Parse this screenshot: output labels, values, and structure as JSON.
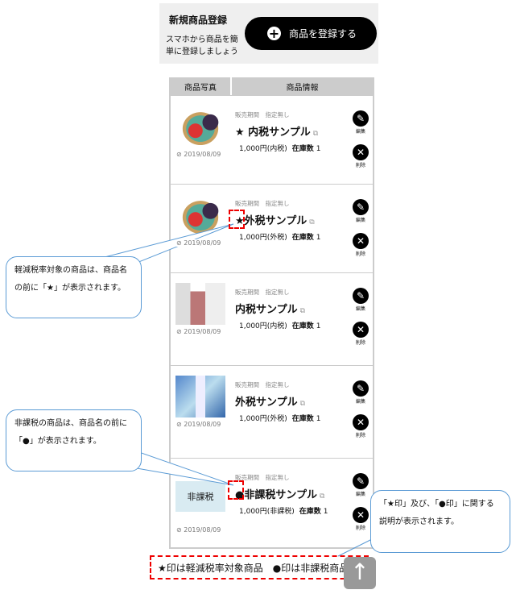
{
  "register": {
    "title": "新規商品登録",
    "description": "スマホから商品を簡単に登録しましょう",
    "button_label": "商品を登録する",
    "button_icon": "plus-circle-icon"
  },
  "table": {
    "headers": [
      "商品写真",
      "商品情報"
    ],
    "rows": [
      {
        "date": "2019/08/09",
        "period": "販売期間　指定無し",
        "name": "★ 内税サンプル",
        "price": "1,000円(内税)",
        "stock_label": "在庫数",
        "stock": "1",
        "edit": "編集",
        "delete": "削除",
        "photo": "vegetables"
      },
      {
        "date": "2019/08/09",
        "period": "販売期間　指定無し",
        "name": "★外税サンプル",
        "price": "1,000円(外税)",
        "stock_label": "在庫数",
        "stock": "1",
        "edit": "編集",
        "delete": "削除",
        "photo": "vegetables"
      },
      {
        "date": "2019/08/09",
        "period": "販売期間　指定無し",
        "name": "内税サンプル",
        "price": "1,000円(内税)",
        "stock_label": "在庫数",
        "stock": "1",
        "edit": "編集",
        "delete": "削除",
        "photo": "wine-red"
      },
      {
        "date": "2019/08/09",
        "period": "販売期間　指定無し",
        "name": "外税サンプル",
        "price": "1,000円(外税)",
        "stock_label": "在庫数",
        "stock": "1",
        "edit": "編集",
        "delete": "削除",
        "photo": "wine-white"
      },
      {
        "date": "2019/08/09",
        "period": "販売期間　指定無し",
        "name": "●非課税サンプル",
        "price": "1,000円(非課税)",
        "stock_label": "在庫数",
        "stock": "1",
        "edit": "編集",
        "delete": "削除",
        "photo": "非課税"
      }
    ]
  },
  "legend": "★印は軽減税率対象商品　●印は非課税商品",
  "callouts": [
    "軽減税率対象の商品は、商品名の前に「★」が表示されます。",
    "非課税の商品は、商品名の前に「●」が表示されます。",
    "「★印」及び、「●印」に関する説明が表示されます。"
  ],
  "colors": {
    "annotation": "#e00000",
    "callout_border": "#5b9bd5",
    "tax_free_bg": "#d9ebf2"
  }
}
